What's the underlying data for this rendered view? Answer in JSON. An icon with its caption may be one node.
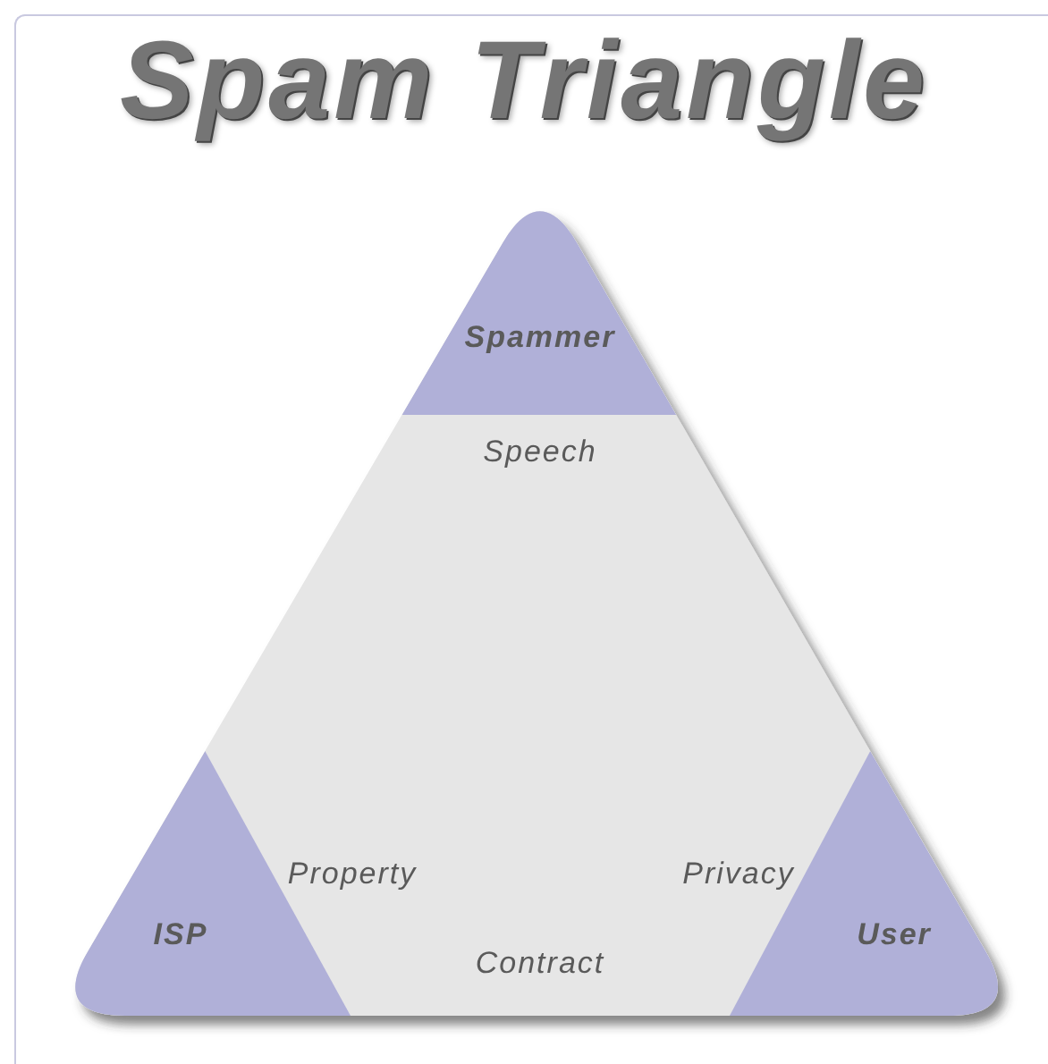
{
  "diagram": {
    "title": "Spam Triangle",
    "nodes": [
      {
        "text": [
          "Spammer"
        ]
      },
      {
        "text": [
          "ISP"
        ]
      },
      {
        "text": [
          "User"
        ]
      }
    ],
    "labels": [
      "Speech",
      "Property",
      "Privacy",
      "Contract"
    ]
  }
}
